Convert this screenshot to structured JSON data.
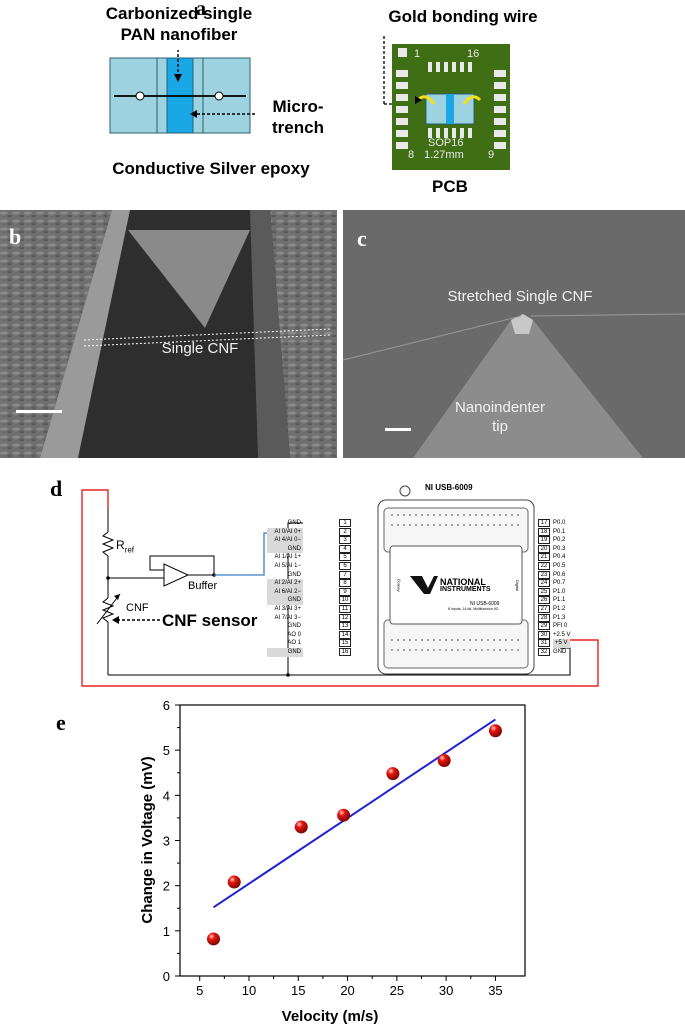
{
  "panels": {
    "a": "a",
    "b": "b",
    "c": "c",
    "d": "d",
    "e": "e"
  },
  "panel_a": {
    "nanofiber_label_line1": "Carbonized single",
    "nanofiber_label_line2": "PAN nanofiber",
    "trench_label_line1": "Micro-",
    "trench_label_line2": "trench",
    "epoxy_label": "Conductive Silver epoxy",
    "wire_label": "Gold bonding wire",
    "pcb_label": "PCB",
    "pcb_pin_1": "1",
    "pcb_pin_16": "16",
    "pcb_pin_8": "8",
    "pcb_pin_9": "9",
    "pcb_package": "SOP16",
    "pcb_pitch": "1.27mm",
    "colors": {
      "chip": "#9dd3e0",
      "trench": "#1aa7e6",
      "pcb": "#3f6e14"
    }
  },
  "panel_b": {
    "label": "Single CNF"
  },
  "panel_c": {
    "label_top": "Stretched Single CNF",
    "label_tip_line1": "Nanoindenter",
    "label_tip_line2": "tip"
  },
  "panel_d": {
    "device_title": "NI USB-6009",
    "rref_label": "R",
    "rref_sub": "ref",
    "buffer_label": "Buffer",
    "cnf_label": "CNF",
    "sensor_label": "CNF sensor",
    "brand_line1": "NATIONAL",
    "brand_line2": "INSTRUMENTS",
    "model_small": "NI USB-6009",
    "model_desc": "8 Inputs, 14-bit, Multifunction I/O",
    "side_analog": "Analog",
    "side_digital": "Digital",
    "left_pins": [
      {
        "num": "1",
        "name": "GND",
        "gray": false
      },
      {
        "num": "2",
        "name": "AI 0/AI 0+",
        "gray": true
      },
      {
        "num": "3",
        "name": "AI 4/AI 0−",
        "gray": true
      },
      {
        "num": "4",
        "name": "GND",
        "gray": true
      },
      {
        "num": "5",
        "name": "AI 1/AI 1+",
        "gray": false
      },
      {
        "num": "6",
        "name": "AI 5/AI 1−",
        "gray": false
      },
      {
        "num": "7",
        "name": "GND",
        "gray": false
      },
      {
        "num": "8",
        "name": "AI 2/AI 2+",
        "gray": true
      },
      {
        "num": "9",
        "name": "AI 6/AI 2−",
        "gray": true
      },
      {
        "num": "10",
        "name": "GND",
        "gray": true
      },
      {
        "num": "11",
        "name": "AI 3/AI 3+",
        "gray": false
      },
      {
        "num": "12",
        "name": "AI 7/AI 3−",
        "gray": false
      },
      {
        "num": "13",
        "name": "GND",
        "gray": false
      },
      {
        "num": "14",
        "name": "AO 0",
        "gray": false
      },
      {
        "num": "15",
        "name": "AO 1",
        "gray": false
      },
      {
        "num": "16",
        "name": "GND",
        "gray": true
      }
    ],
    "right_pins": [
      {
        "num": "17",
        "name": "P0.0",
        "gray": false
      },
      {
        "num": "18",
        "name": "P0.1",
        "gray": false
      },
      {
        "num": "19",
        "name": "P0.2",
        "gray": false
      },
      {
        "num": "20",
        "name": "P0.3",
        "gray": false
      },
      {
        "num": "21",
        "name": "P0.4",
        "gray": false
      },
      {
        "num": "22",
        "name": "P0.5",
        "gray": false
      },
      {
        "num": "23",
        "name": "P0.6",
        "gray": false
      },
      {
        "num": "24",
        "name": "P0.7",
        "gray": false
      },
      {
        "num": "25",
        "name": "P1.0",
        "gray": false
      },
      {
        "num": "26",
        "name": "P1.1",
        "gray": false
      },
      {
        "num": "27",
        "name": "P1.2",
        "gray": false
      },
      {
        "num": "28",
        "name": "P1.3",
        "gray": false
      },
      {
        "num": "29",
        "name": "PFI 0",
        "gray": false
      },
      {
        "num": "30",
        "name": "+2.5 V",
        "gray": false
      },
      {
        "num": "31",
        "name": "+5 V",
        "gray": true
      },
      {
        "num": "32",
        "name": "GND",
        "gray": false
      }
    ],
    "colors": {
      "red_wire": "#e8231f",
      "blue_wire": "#3b7fc4"
    }
  },
  "chart_data": {
    "type": "scatter",
    "xlabel": "Velocity (m/s)",
    "ylabel": "Change in Voltage (mV)",
    "xlim": [
      3,
      38
    ],
    "ylim": [
      0,
      6
    ],
    "xticks": [
      5,
      10,
      15,
      20,
      25,
      30,
      35
    ],
    "yticks": [
      0,
      1,
      2,
      3,
      4,
      5,
      6
    ],
    "points": [
      {
        "x": 6.4,
        "y": 0.82
      },
      {
        "x": 8.5,
        "y": 2.08
      },
      {
        "x": 15.3,
        "y": 3.3
      },
      {
        "x": 19.6,
        "y": 3.56
      },
      {
        "x": 24.6,
        "y": 4.48
      },
      {
        "x": 29.8,
        "y": 4.77
      },
      {
        "x": 35.0,
        "y": 5.43
      }
    ],
    "fit_line": {
      "x": [
        6.4,
        35.0
      ],
      "y": [
        1.52,
        5.68
      ]
    },
    "colors": {
      "points": "#e8140c",
      "fit": "#1f22d6"
    },
    "grid": false
  }
}
